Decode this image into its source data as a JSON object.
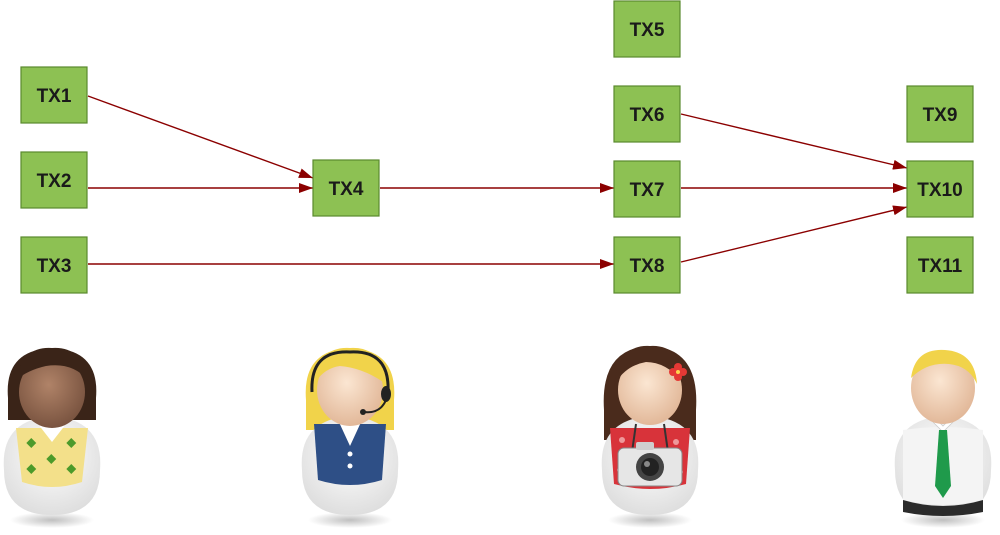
{
  "colors": {
    "node_fill": "#8dc153",
    "node_stroke": "#5a8a2e",
    "node_text": "#1a1a1a",
    "edge": "#8b0000"
  },
  "nodes": [
    {
      "id": "tx1",
      "label": "TX1"
    },
    {
      "id": "tx2",
      "label": "TX2"
    },
    {
      "id": "tx3",
      "label": "TX3"
    },
    {
      "id": "tx4",
      "label": "TX4"
    },
    {
      "id": "tx5",
      "label": "TX5"
    },
    {
      "id": "tx6",
      "label": "TX6"
    },
    {
      "id": "tx7",
      "label": "TX7"
    },
    {
      "id": "tx8",
      "label": "TX8"
    },
    {
      "id": "tx9",
      "label": "TX9"
    },
    {
      "id": "tx10",
      "label": "TX10"
    },
    {
      "id": "tx11",
      "label": "TX11"
    }
  ],
  "edges": [
    {
      "from": "tx1",
      "to": "tx4"
    },
    {
      "from": "tx2",
      "to": "tx4"
    },
    {
      "from": "tx4",
      "to": "tx7"
    },
    {
      "from": "tx3",
      "to": "tx8"
    },
    {
      "from": "tx6",
      "to": "tx10"
    },
    {
      "from": "tx7",
      "to": "tx10"
    },
    {
      "from": "tx8",
      "to": "tx10"
    }
  ],
  "avatars": [
    {
      "id": "person-1",
      "icon": "woman-avatar-icon"
    },
    {
      "id": "person-2",
      "icon": "headset-operator-avatar-icon"
    },
    {
      "id": "person-3",
      "icon": "woman-with-camera-avatar-icon"
    },
    {
      "id": "person-4",
      "icon": "businessman-with-tie-avatar-icon"
    }
  ]
}
